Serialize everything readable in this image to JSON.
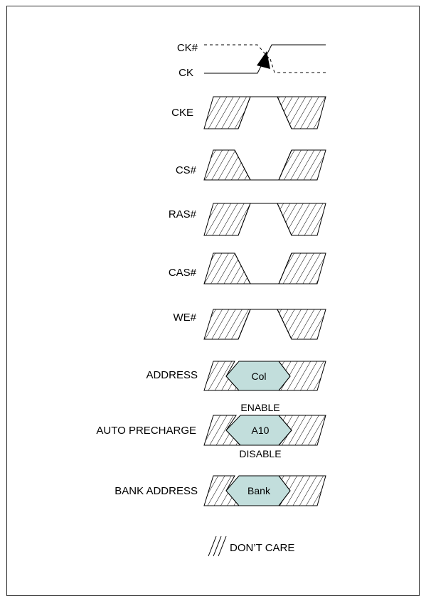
{
  "signals": {
    "ck_n": "CK#",
    "ck": "CK",
    "cke": "CKE",
    "cs_n": "CS#",
    "ras_n": "RAS#",
    "cas_n": "CAS#",
    "we_n": "WE#",
    "address": "ADDRESS",
    "auto_precharge": "AUTO PRECHARGE",
    "bank_address": "BANK ADDRESS"
  },
  "bus_values": {
    "address": "Col",
    "auto_precharge": "A10",
    "bank_address": "Bank"
  },
  "annotations": {
    "enable": "ENABLE",
    "disable": "DISABLE"
  },
  "legend": {
    "dont_care": "DON’T CARE"
  },
  "colors": {
    "bus_fill": "#c2dedc",
    "line": "#000000"
  }
}
